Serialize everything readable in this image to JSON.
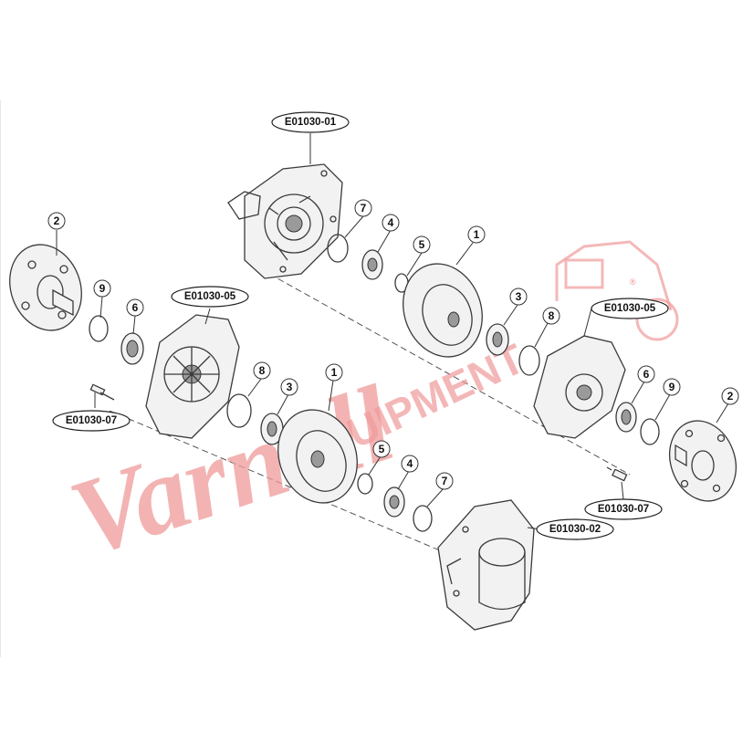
{
  "part_codes": {
    "cover_top": "E01030-01",
    "plate_left": "E01030-05",
    "plate_right": "E01030-05",
    "bolt_left": "E01030-07",
    "bolt_right": "E01030-07",
    "housing_bottom": "E01030-02"
  },
  "callouts": {
    "c2_left": "2",
    "c9_left": "9",
    "c6_left": "6",
    "c7_top": "7",
    "c4_top": "4",
    "c5_top": "5",
    "c1_top": "1",
    "c3_top": "3",
    "c8_top": "8",
    "c8_mid": "8",
    "c3_mid": "3",
    "c1_mid": "1",
    "c5_bot": "5",
    "c4_bot": "4",
    "c7_bot": "7",
    "c6_right": "6",
    "c9_right": "9",
    "c2_right": "2"
  },
  "watermark": {
    "script": "Varnell",
    "block": "EQUIPMENT",
    "reg": "®",
    "color": "#ef9a9a"
  }
}
